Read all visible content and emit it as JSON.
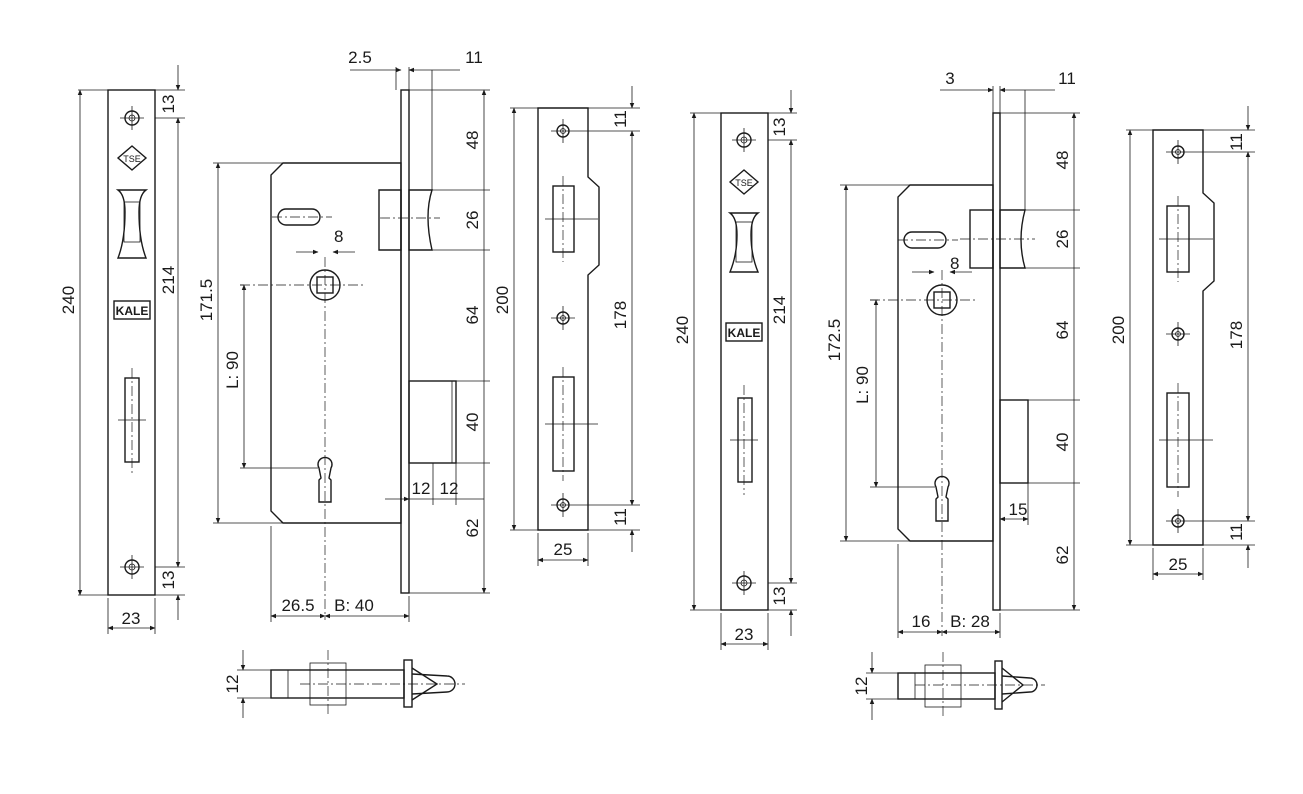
{
  "lock_a": {
    "faceplate": {
      "total_length": "240",
      "hole_spacing": "214",
      "top_offset": "13",
      "bottom_offset": "13",
      "width": "23",
      "logo_text": "KALE",
      "mark_text": "TSE"
    },
    "body": {
      "plate_thickness": "2.5",
      "front_thickness": "11",
      "height": "171.5",
      "distance": "L: 90",
      "spindle_square": "8",
      "backset_left": "26.5",
      "backset": "B: 40",
      "latch_offset": "48",
      "latch_height": "26",
      "gap": "64",
      "deadbolt_height": "40",
      "bottom": "62",
      "bolt_throw_1": "12",
      "bolt_throw_2": "12"
    },
    "strike": {
      "total_length": "200",
      "hole_spacing": "178",
      "top_offset": "11",
      "bottom_offset": "11",
      "width": "25"
    },
    "side_view": {
      "height": "12"
    }
  },
  "lock_b": {
    "faceplate": {
      "total_length": "240",
      "hole_spacing": "214",
      "top_offset": "13",
      "bottom_offset": "13",
      "width": "23",
      "logo_text": "KALE",
      "mark_text": "TSE"
    },
    "body": {
      "plate_thickness": "3",
      "front_thickness": "11",
      "height": "172.5",
      "distance": "L: 90",
      "spindle_square": "8",
      "backset_left": "16",
      "backset": "B: 28",
      "latch_offset": "48",
      "latch_height": "26",
      "gap": "64",
      "deadbolt_height": "40",
      "bottom": "62",
      "bolt_throw": "15"
    },
    "strike": {
      "total_length": "200",
      "hole_spacing": "178",
      "top_offset": "11",
      "bottom_offset": "11",
      "width": "25"
    },
    "side_view": {
      "height": "12"
    }
  }
}
